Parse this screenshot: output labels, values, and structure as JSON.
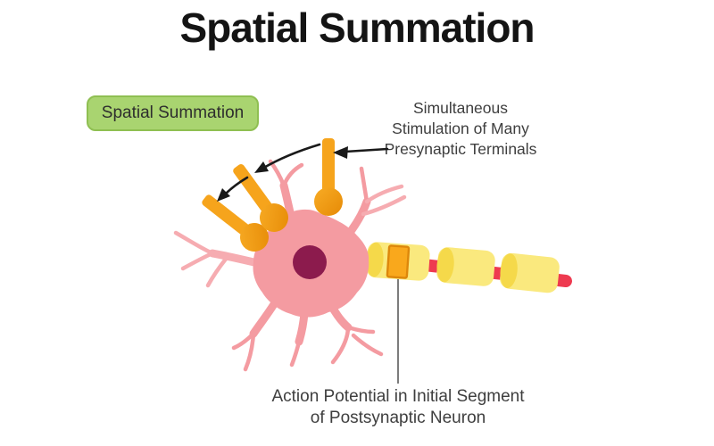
{
  "page": {
    "title": "Spatial Summation"
  },
  "tag": {
    "label": "Spatial Summation"
  },
  "labels": {
    "presynaptic": {
      "lines": [
        "Simultaneous",
        "Stimulation of Many",
        "Presynaptic Terminals"
      ]
    },
    "action_potential": {
      "lines": [
        "Action Potential in Initial Segment",
        "of Postsynaptic Neuron"
      ]
    }
  },
  "colors": {
    "background": "#FFFFFF",
    "title_text": "#141414",
    "label_text": "#3E3E3E",
    "tag_background": "#A9D470",
    "tag_border": "#8FBF52",
    "soma_pink": "#F49BA1",
    "dendrite_light_pink": "#F6ACB1",
    "nucleus_maroon": "#8C1B4D",
    "terminal_orange": "#F6A41C",
    "terminal_orange_dark": "#E68A06",
    "myelin_yellow": "#FAE97E",
    "myelin_cap_yellow": "#F5D94A",
    "axon_red": "#EE3A50",
    "initial_segment_orange": "#F9A81C",
    "initial_segment_border": "#DD870B",
    "arrow_black": "#1A1A1A",
    "connector_gray": "#6E6E6E"
  }
}
